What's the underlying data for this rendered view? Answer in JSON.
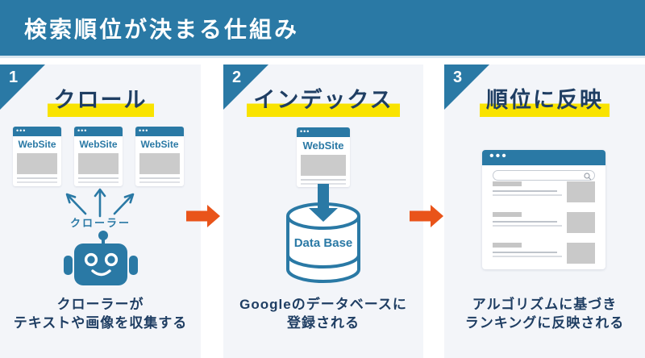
{
  "header": {
    "title": "検索順位が決まる仕組み"
  },
  "colors": {
    "blue": "#2a79a5",
    "navy": "#1f3e63",
    "yellow": "#f9e300",
    "orange": "#e9541a",
    "panel_bg": "#f3f5f9"
  },
  "icons": {
    "window_dots": "•••",
    "search": "magnifier (svg circle + handle)"
  },
  "panels": [
    {
      "number": "1",
      "title": "クロール",
      "card_label": "WebSite",
      "crawler_label": "クローラー",
      "caption": [
        "クローラーが",
        "テキストや画像を収集する"
      ]
    },
    {
      "number": "2",
      "title": "インデックス",
      "card_label": "WebSite",
      "db_label": "Data Base",
      "caption": [
        "Googleのデータベースに",
        "登録される"
      ]
    },
    {
      "number": "3",
      "title": "順位に反映",
      "caption": [
        "アルゴリズムに基づき",
        "ランキングに反映される"
      ]
    }
  ]
}
